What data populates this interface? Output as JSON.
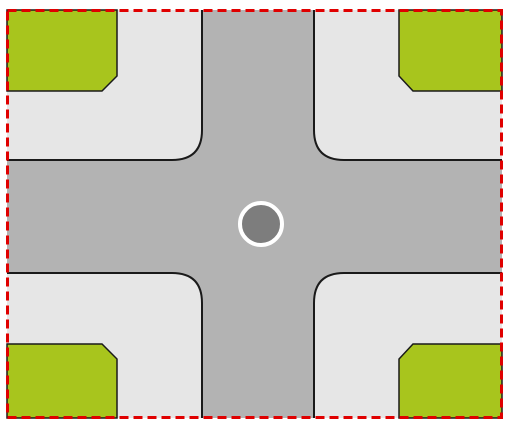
{
  "tile": {
    "type": "crossroads-intersection",
    "colors": {
      "grass": "#a8c51d",
      "sidewalk": "#e6e6e6",
      "road": "#b3b3b3",
      "curb": "#1a1a1a",
      "marker_fill": "#7d7d7d",
      "marker_ring": "#ffffff",
      "selection_border": "#e00000"
    },
    "selection_border_style": "dashed",
    "center_marker": "circle",
    "grass_corners": [
      "top-left",
      "top-right",
      "bottom-left",
      "bottom-right"
    ],
    "sidewalk_corners": [
      "top-left",
      "top-right",
      "bottom-left",
      "bottom-right"
    ]
  }
}
